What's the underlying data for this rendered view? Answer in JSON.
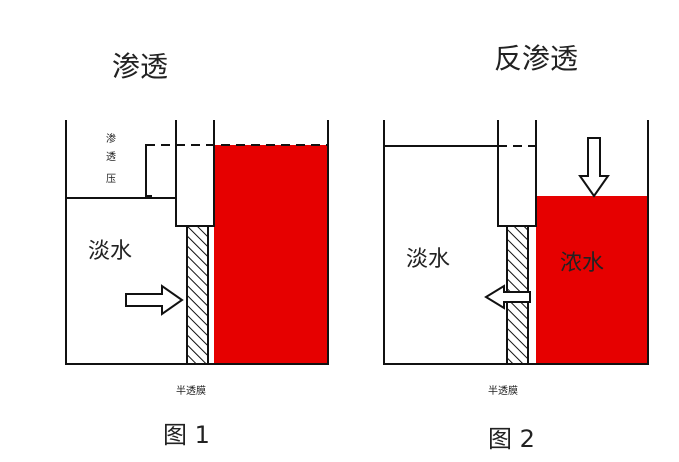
{
  "figure1": {
    "title": "渗透",
    "fresh_label": "淡水",
    "vertical_label": [
      "渗",
      "透",
      "压"
    ],
    "membrane_label": "半透膜",
    "caption": "图 1"
  },
  "figure2": {
    "title": "反渗透",
    "fresh_label": "淡水",
    "conc_label": "浓水",
    "membrane_label": "半透膜",
    "caption": "图 2"
  },
  "colors": {
    "concentrate": "#e60000",
    "outline": "#111111",
    "background": "#ffffff"
  },
  "icons": {
    "osmosis_arrow": "arrow-right-icon",
    "reverse_flow_arrow": "arrow-left-icon",
    "pressure_arrow": "arrow-down-icon",
    "membrane": "hatched-membrane"
  }
}
